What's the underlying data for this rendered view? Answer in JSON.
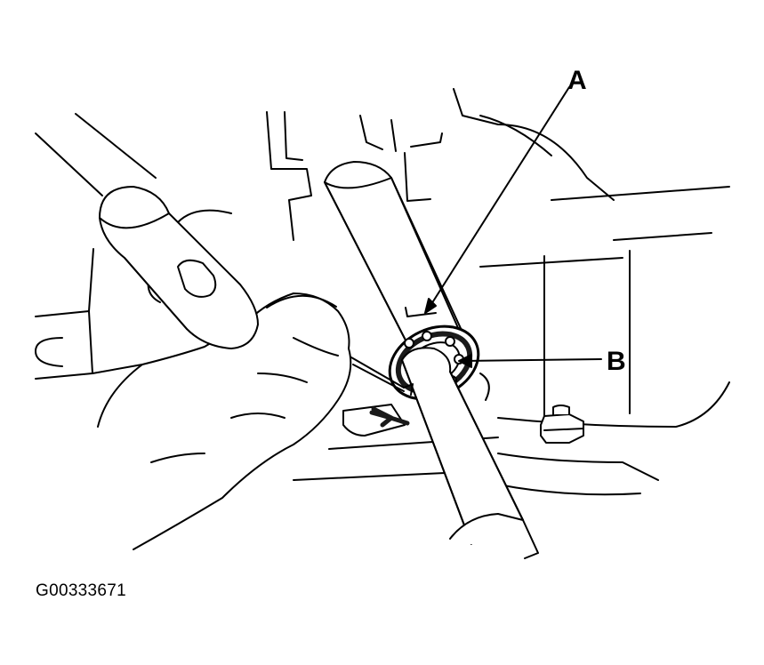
{
  "callouts": {
    "a": "A",
    "b": "B"
  },
  "figure_id": "G00333671",
  "colors": {
    "line": "#000000",
    "fill": "#ffffff",
    "gasket": "#1a1a1a"
  }
}
